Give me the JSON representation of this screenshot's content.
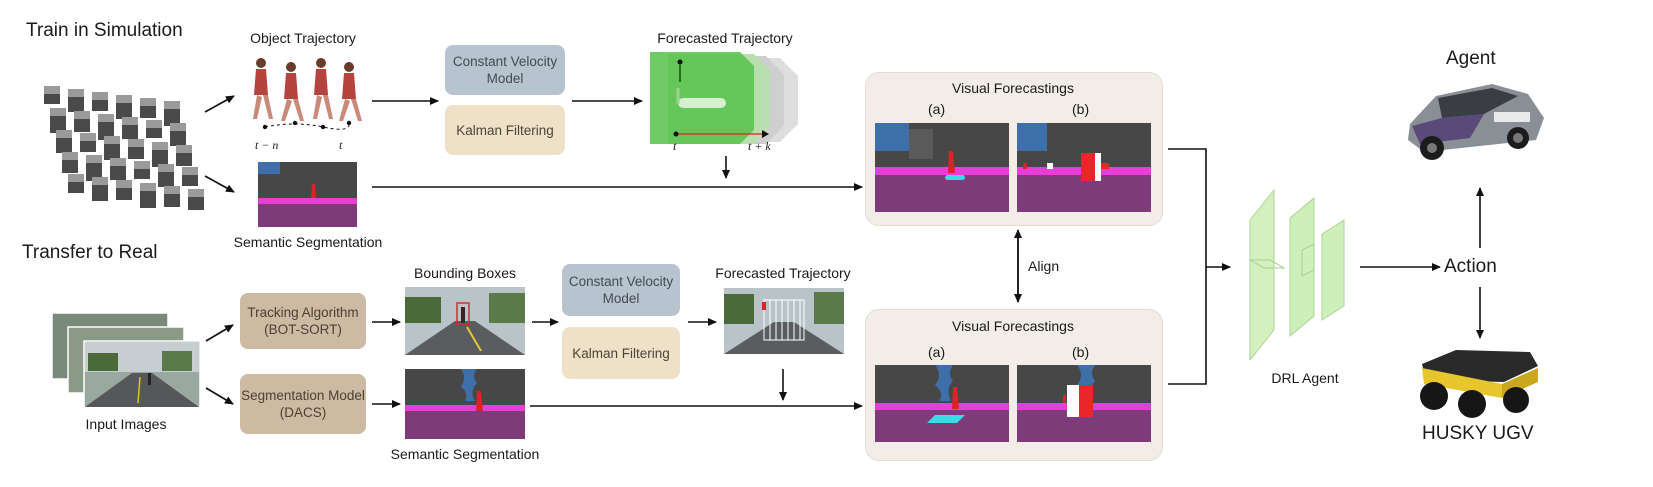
{
  "sections": {
    "sim": "Train in Simulation",
    "real": "Transfer to Real"
  },
  "sim": {
    "object_trajectory": "Object Trajectory",
    "traj_start": "t − n",
    "traj_end": "t",
    "semantic_segmentation": "Semantic Segmentation",
    "constant_velocity": "Constant Velocity Model",
    "kalman": "Kalman Filtering",
    "forecasted_trajectory": "Forecasted Trajectory",
    "fc_start": "t",
    "fc_end": "t + k"
  },
  "real": {
    "input_images": "Input Images",
    "tracking": "Tracking Algorithm (BOT-SORT)",
    "segmentation_model": "Segmentation Model (DACS)",
    "bounding_boxes": "Bounding Boxes",
    "semantic_segmentation": "Semantic Segmentation",
    "constant_velocity": "Constant Velocity Model",
    "kalman": "Kalman Filtering",
    "forecasted_trajectory": "Forecasted Trajectory"
  },
  "panels": {
    "top": {
      "title": "Visual Forecastings",
      "a": "(a)",
      "b": "(b)"
    },
    "bottom": {
      "title": "Visual Forecastings",
      "a": "(a)",
      "b": "(b)"
    },
    "align": "Align"
  },
  "agent": {
    "drl": "DRL Agent",
    "action": "Action",
    "agent": "Agent",
    "husky": "HUSKY UGV"
  },
  "colors": {
    "sky": "#3f6fa8",
    "building": "#474747",
    "road": "#7d3b7a",
    "sidewalk": "#e83ed8",
    "person": "#d8232a",
    "forecast": "#38dce6",
    "cv_box": "#b7c4d0",
    "kf_box": "#eee1c8",
    "tr_box": "#cdbaa3",
    "panel": "#f2ede6",
    "drl": "#c9eeb2"
  },
  "icons": [
    "walking-person-icon",
    "city-blocks-icon",
    "car-icon",
    "ugv-robot-icon",
    "camera-photo-icon"
  ]
}
